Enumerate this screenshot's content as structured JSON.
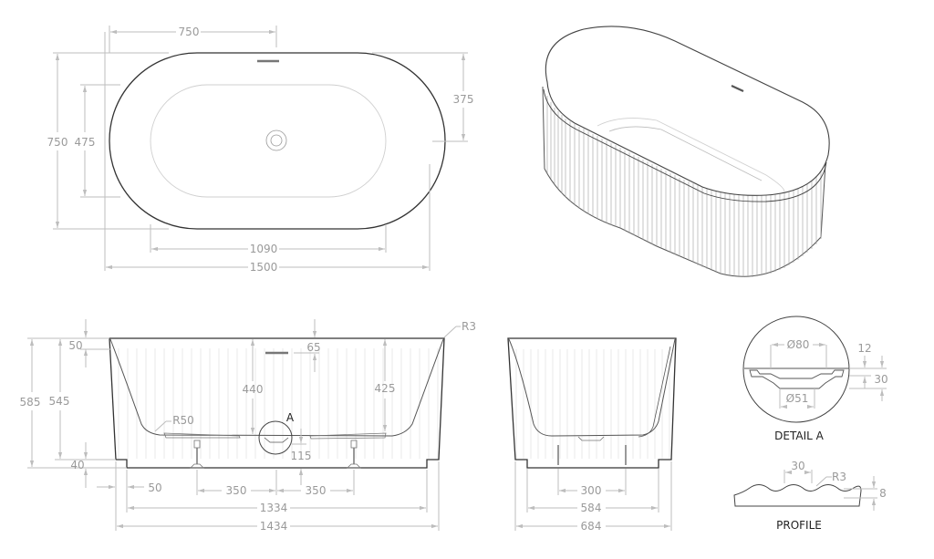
{
  "drawing": {
    "type": "technical drawing",
    "subject": "freestanding fluted oval bathtub",
    "units": "mm"
  },
  "views": {
    "top": {
      "dims": {
        "waste_offset": "750",
        "overall_width": "750",
        "inner_width": "475",
        "half_width": "375",
        "inner_length": "1090",
        "overall_length": "1500"
      }
    },
    "front": {
      "dims": {
        "overall_height": "585",
        "body_height": "545",
        "rim_thickness": "50",
        "plinth_height": "40",
        "overflow_depth": "65",
        "depth_at_waste": "440",
        "inner_depth": "425",
        "waste_height": "115",
        "corner_radius_top": "R3",
        "inner_radius": "R50",
        "plinth_inset": "50",
        "foot_spacing_left": "350",
        "foot_spacing_right": "350",
        "plinth_length": "1334",
        "overall_base_length": "1434"
      },
      "detail_marker": "A"
    },
    "side": {
      "dims": {
        "foot_spacing": "300",
        "plinth_width": "584",
        "overall_base_width": "684"
      }
    },
    "detail_a": {
      "title": "DETAIL A",
      "dims": {
        "top_diameter": "Ø80",
        "bottom_diameter": "Ø51",
        "recess": "12",
        "depth": "30"
      }
    },
    "profile": {
      "title": "PROFILE",
      "dims": {
        "flute_pitch": "30",
        "radius": "R3",
        "flute_depth": "8"
      }
    }
  }
}
